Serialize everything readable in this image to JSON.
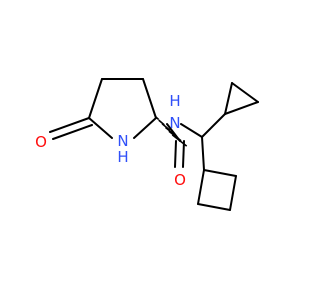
{
  "colors": {
    "background": "#ffffff",
    "bond": "#000000",
    "nitrogen": "#3050f8",
    "oxygen": "#ff0d0d"
  },
  "atoms": {
    "ring_carbonyl_oxygen": "O",
    "lactam_nitrogen": "N",
    "lactam_hydrogen": "H",
    "amide_nitrogen": "N",
    "amide_hydrogen": "H",
    "amide_oxygen": "O"
  }
}
